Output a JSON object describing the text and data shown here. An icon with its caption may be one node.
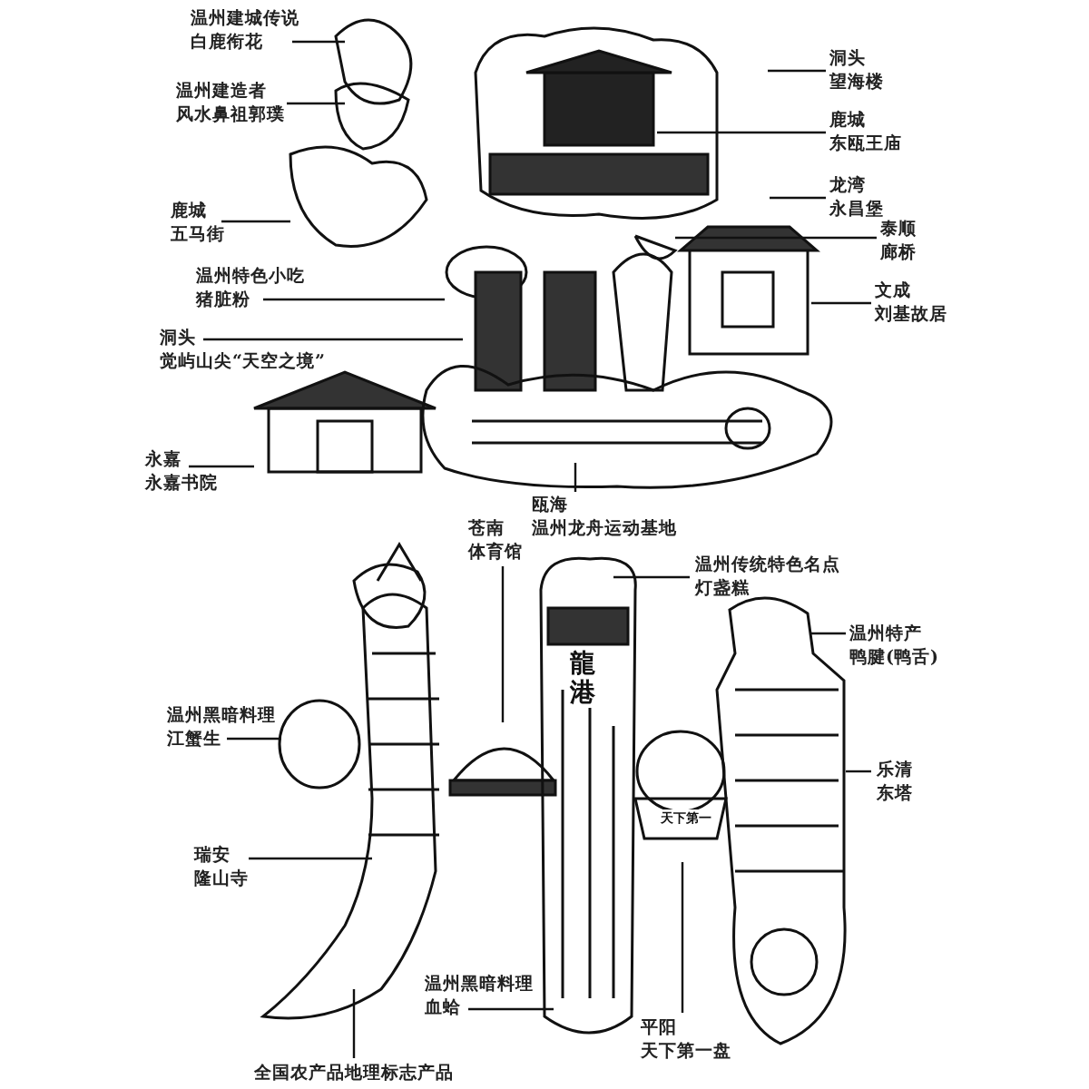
{
  "diagram": {
    "nodes": [
      {
        "text": [
          "温州建城传说",
          "白鹿衔花"
        ]
      },
      {
        "text": [
          "洞头",
          "望海楼"
        ]
      },
      {
        "text": [
          "温州建造者",
          "风水鼻祖郭璞"
        ]
      },
      {
        "text": [
          "鹿城",
          "东瓯王庙"
        ]
      },
      {
        "text": [
          "龙湾",
          "永昌堡"
        ]
      },
      {
        "text": [
          "鹿城",
          "五马街"
        ]
      },
      {
        "text": [
          "泰顺",
          "廊桥"
        ]
      },
      {
        "text": [
          "温州特色小吃",
          "猪脏粉"
        ]
      },
      {
        "text": [
          "文成",
          "刘基故居"
        ]
      },
      {
        "text": [
          "洞头",
          "觉屿山尖“天空之境”"
        ]
      },
      {
        "text": [
          "永嘉",
          "永嘉书院"
        ]
      },
      {
        "text": [
          "瓯海",
          "温州龙舟运动基地"
        ]
      },
      {
        "text": [
          "苍南",
          "体育馆"
        ]
      },
      {
        "text": [
          "温州传统特色名点",
          "灯盏糕"
        ]
      },
      {
        "text": [
          "温州特产",
          "鸭腱(鸭舌)"
        ]
      },
      {
        "text": [
          "温州黑暗料理",
          "江蟹生"
        ]
      },
      {
        "text": [
          "乐清",
          "东塔"
        ]
      },
      {
        "text": [
          "瑞安",
          "隆山寺"
        ]
      },
      {
        "text": [
          "温州黑暗料理",
          "血蛤"
        ]
      },
      {
        "text": [
          "平阳",
          "天下第一盘"
        ]
      },
      {
        "text": [
          "全国农产品地理标志产品"
        ]
      }
    ],
    "edges": [
      {
        "from": 0,
        "to": null,
        "arrow": "none"
      },
      {
        "from": 1,
        "to": null,
        "arrow": "none"
      },
      {
        "from": 2,
        "to": null,
        "arrow": "none"
      },
      {
        "from": 3,
        "to": null,
        "arrow": "none"
      },
      {
        "from": 4,
        "to": null,
        "arrow": "none"
      },
      {
        "from": 5,
        "to": null,
        "arrow": "none"
      },
      {
        "from": 6,
        "to": null,
        "arrow": "none"
      },
      {
        "from": 7,
        "to": null,
        "arrow": "none"
      },
      {
        "from": 8,
        "to": null,
        "arrow": "none"
      },
      {
        "from": 9,
        "to": null,
        "arrow": "none"
      },
      {
        "from": 10,
        "to": null,
        "arrow": "none"
      },
      {
        "from": 11,
        "to": null,
        "arrow": "none"
      },
      {
        "from": 12,
        "to": null,
        "arrow": "none"
      },
      {
        "from": 13,
        "to": null,
        "arrow": "none"
      },
      {
        "from": 14,
        "to": null,
        "arrow": "none"
      },
      {
        "from": 15,
        "to": null,
        "arrow": "none"
      },
      {
        "from": 16,
        "to": null,
        "arrow": "none"
      },
      {
        "from": 17,
        "to": null,
        "arrow": "none"
      },
      {
        "from": 18,
        "to": null,
        "arrow": "none"
      },
      {
        "from": 19,
        "to": null,
        "arrow": "none"
      },
      {
        "from": 20,
        "to": null,
        "arrow": "none"
      }
    ],
    "labels": [
      "龍港",
      "天下第一"
    ]
  }
}
